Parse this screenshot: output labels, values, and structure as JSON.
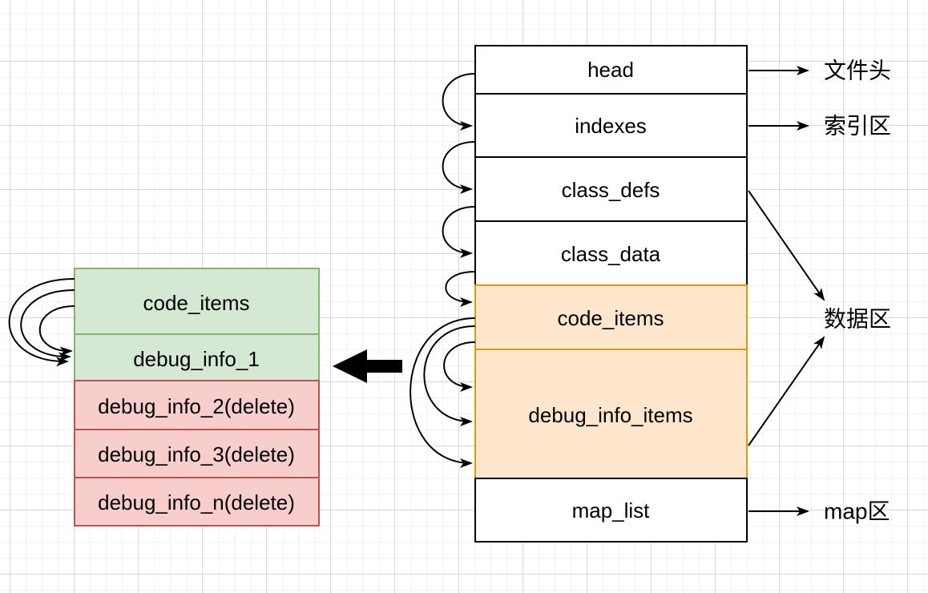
{
  "diagram_title": "dex-file-structure-debug-info-merge",
  "colors": {
    "plain_fill": "#ffffff",
    "plain_border": "#000000",
    "orange_fill": "#ffe6cc",
    "orange_border": "#d79b00",
    "green_fill": "#d5e8d4",
    "green_border": "#82b366",
    "red_fill": "#f8cecc",
    "red_border": "#b85450",
    "arrow": "#000000"
  },
  "right_stack": {
    "boxes": [
      {
        "label": "head"
      },
      {
        "label": "indexes"
      },
      {
        "label": "class_defs"
      },
      {
        "label": "class_data"
      },
      {
        "label": "code_items"
      },
      {
        "label": "debug_info_items"
      },
      {
        "label": "map_list"
      }
    ]
  },
  "left_stack": {
    "boxes": [
      {
        "label": "code_items"
      },
      {
        "label": "debug_info_1"
      },
      {
        "label": "debug_info_2(delete)"
      },
      {
        "label": "debug_info_3(delete)"
      },
      {
        "label": "debug_info_n(delete)"
      }
    ]
  },
  "region_labels": {
    "file_header": "文件头",
    "index_area": "索引区",
    "data_area": "数据区",
    "map_area": "map区"
  }
}
